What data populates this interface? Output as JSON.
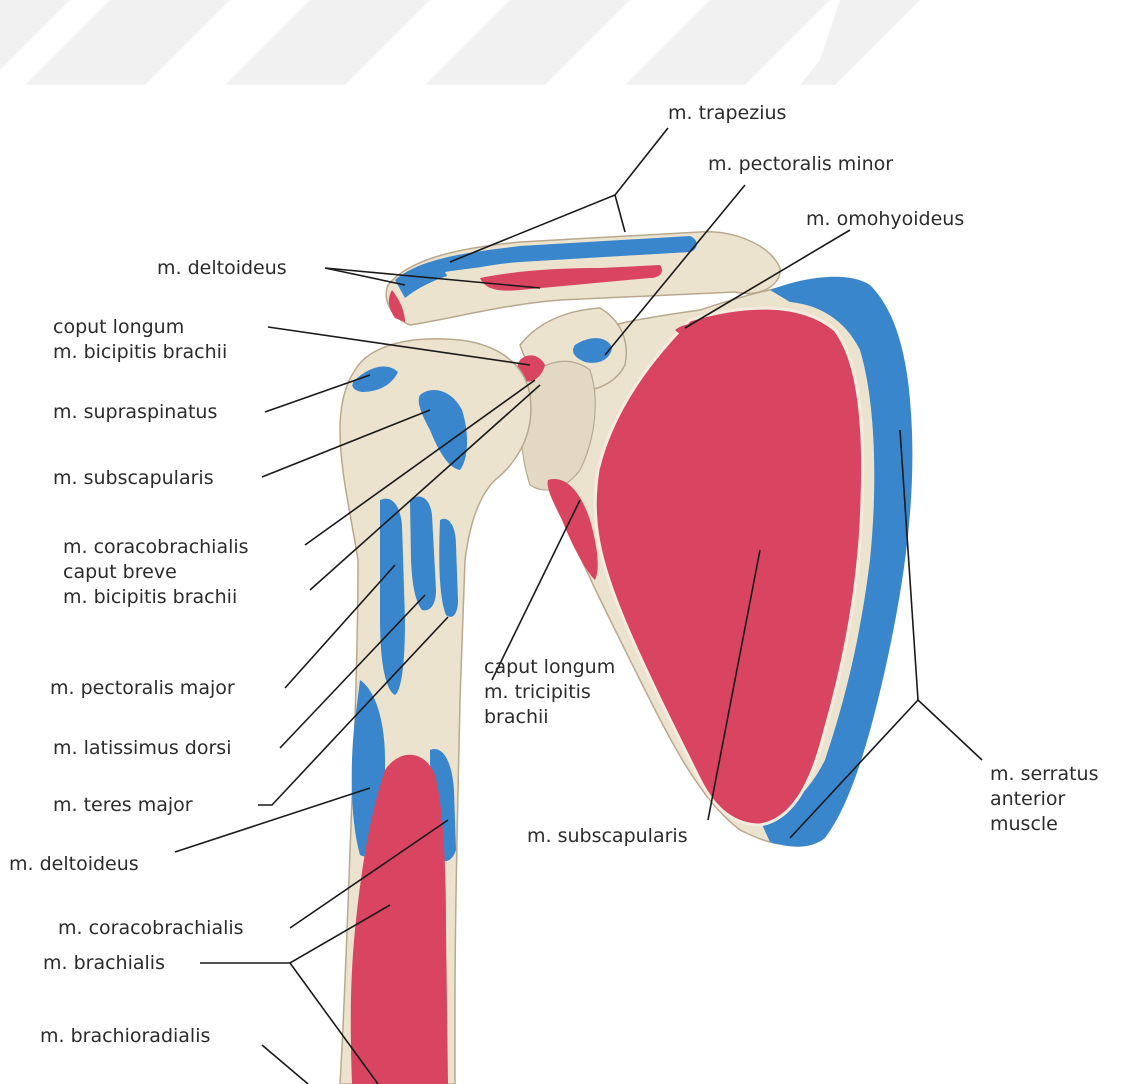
{
  "colors": {
    "background": "#ffffff",
    "watermark": "#f1f1f1",
    "bone": "#ece3cf",
    "bone_shadow": "#d9ccb3",
    "muscle_origin_red": "#d94560",
    "muscle_insertion_blue": "#3a86cc",
    "leader_line": "#1a1a1a",
    "label_text": "#2b2b2b"
  },
  "labels": {
    "trapezius": "m. trapezius",
    "pectoralis_minor": "m. pectoralis minor",
    "omohyoideus": "m. omohyoideus",
    "deltoideus_top": "m. deltoideus",
    "caput_longum_biceps": "coput longum\nm. bicipitis brachii",
    "supraspinatus": "m. supraspinatus",
    "subscapularis_left": "m. subscapularis",
    "coracobrachialis_caput_breve": "m. coracobrachialis\ncaput breve\nm. bicipitis brachii",
    "pectoralis_major": "m. pectoralis major",
    "latissimus_dorsi": "m. latissimus dorsi",
    "teres_major": "m. teres major",
    "deltoideus_bottom": "m. deltoideus",
    "coracobrachialis": "m. coracobrachialis",
    "brachialis": "m. brachialis",
    "brachioradialis": "m. brachioradialis",
    "caput_longum_triceps": "caput longum\nm. tricipitis\nbrachii",
    "subscapularis_right": "m. subscapularis",
    "serratus_anterior": "m. serratus\nanterior\nmuscle"
  }
}
